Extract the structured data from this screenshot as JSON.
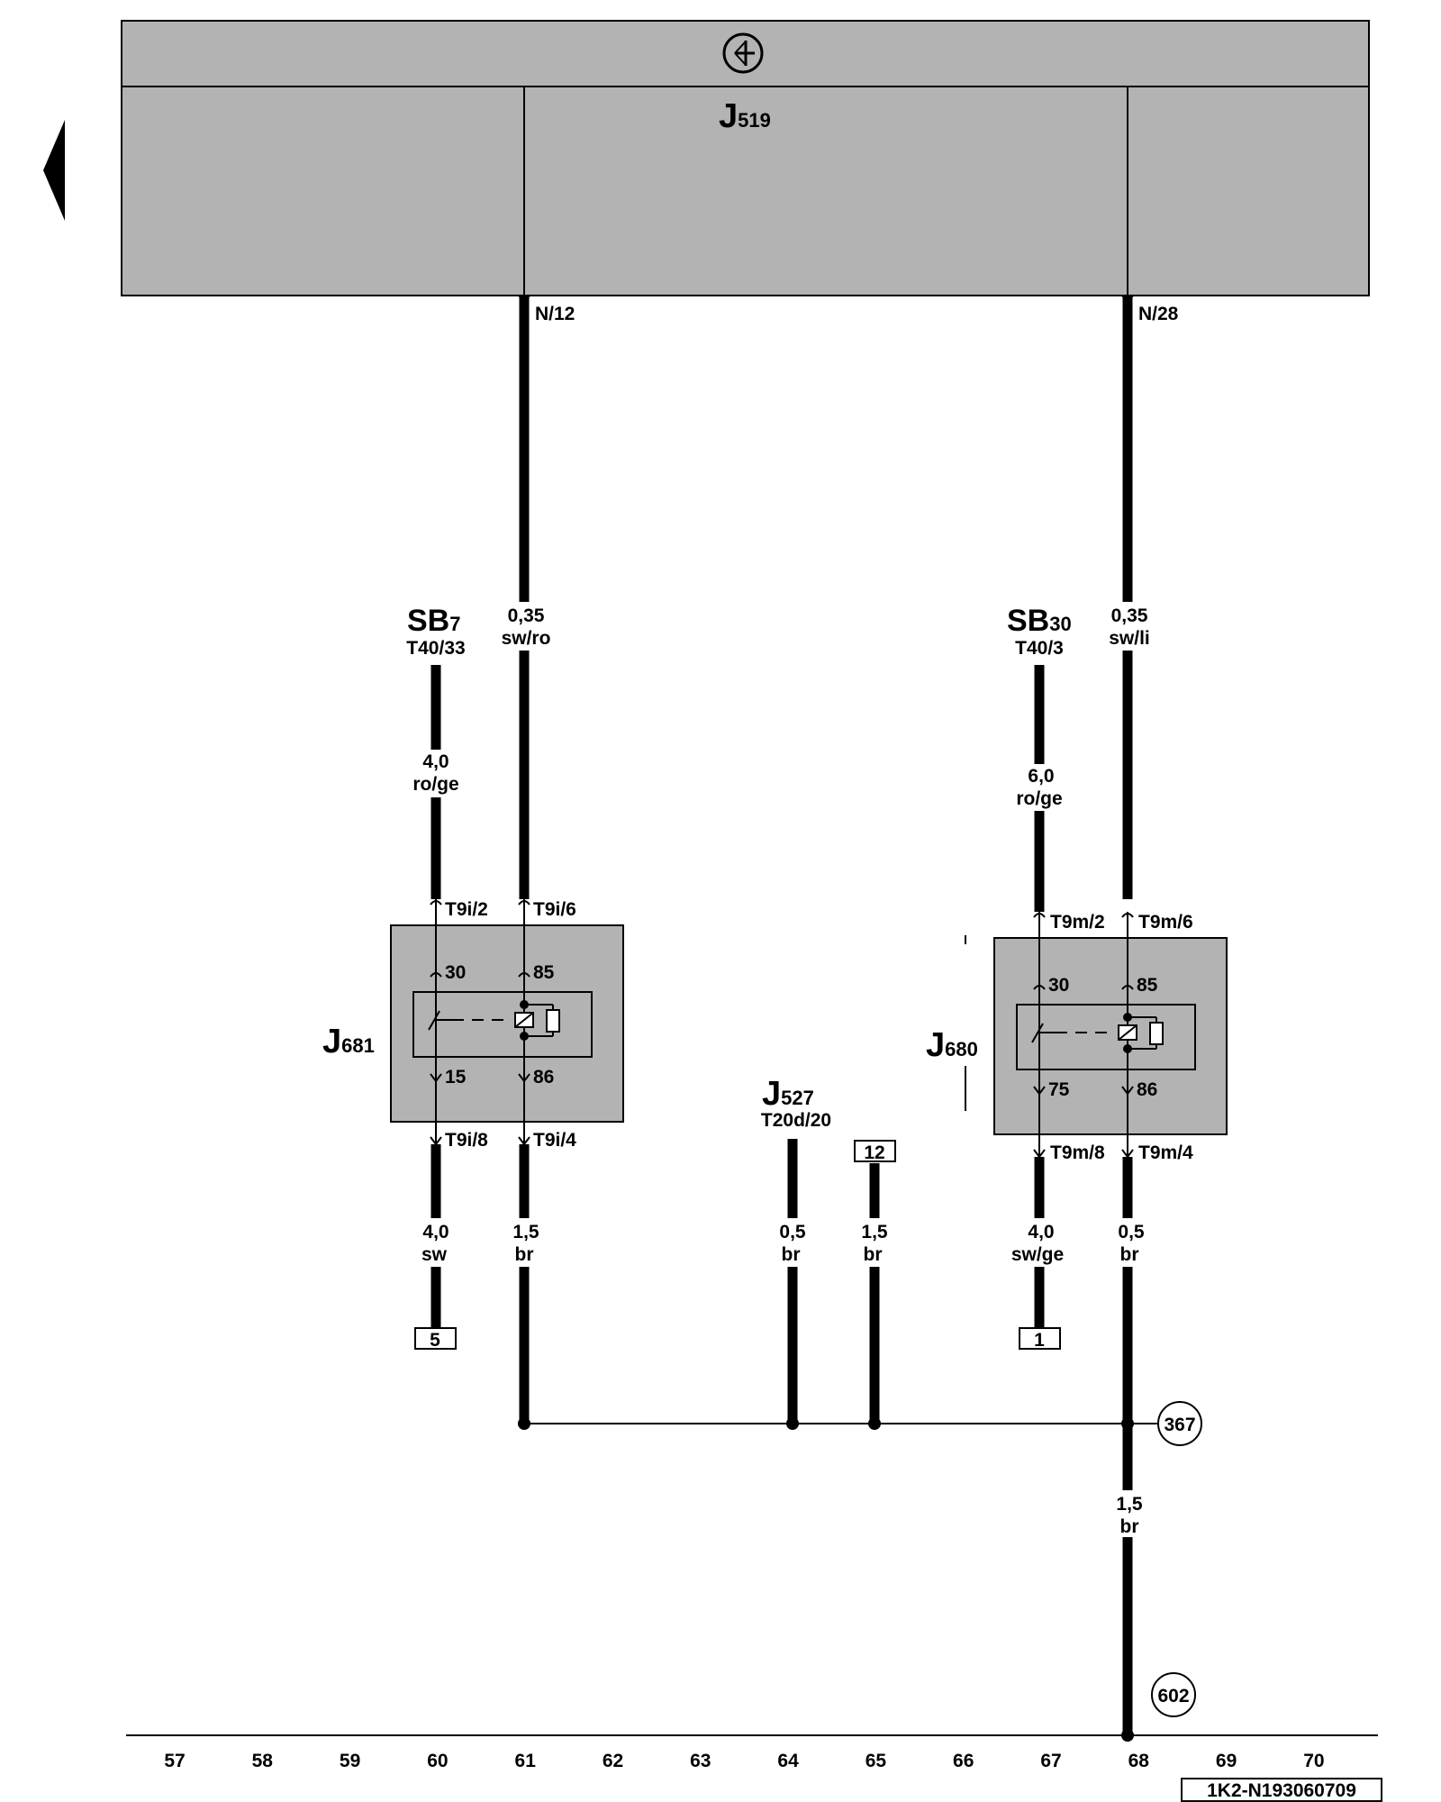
{
  "top_unit": {
    "name": "J",
    "sub": "519",
    "pins": [
      {
        "label": "N/12",
        "wire_size": "0,35",
        "wire_color": "sw/ro"
      },
      {
        "label": "N/28",
        "wire_size": "0,35",
        "wire_color": "sw/li"
      }
    ]
  },
  "fuses": [
    {
      "name": "SB",
      "sub": "7",
      "pin": "T40/33",
      "wire_size": "4,0",
      "wire_color": "ro/ge"
    },
    {
      "name": "SB",
      "sub": "30",
      "pin": "T40/3",
      "wire_size": "6,0",
      "wire_color": "ro/ge"
    }
  ],
  "relays": [
    {
      "name": "J",
      "sub": "681",
      "top_pins": [
        "T9i/2",
        "T9i/6"
      ],
      "inner_top": [
        "30",
        "85"
      ],
      "inner_bottom": [
        "15",
        "86"
      ],
      "bottom_pins": [
        "T9i/8",
        "T9i/4"
      ]
    },
    {
      "name": "J",
      "sub": "680",
      "top_pins": [
        "T9m/2",
        "T9m/6"
      ],
      "inner_top": [
        "30",
        "85"
      ],
      "inner_bottom": [
        "75",
        "86"
      ],
      "bottom_pins": [
        "T9m/8",
        "T9m/4"
      ]
    }
  ],
  "j527": {
    "name": "J",
    "sub": "527",
    "pin": "T20d/20"
  },
  "lower_wires": [
    {
      "size": "4,0",
      "color": "sw"
    },
    {
      "size": "1,5",
      "color": "br"
    },
    {
      "size": "0,5",
      "color": "br"
    },
    {
      "size": "1,5",
      "color": "br"
    },
    {
      "size": "4,0",
      "color": "sw/ge"
    },
    {
      "size": "0,5",
      "color": "br"
    }
  ],
  "ground_wire": {
    "size": "1,5",
    "color": "br"
  },
  "ref_boxes": [
    "5",
    "12",
    "1"
  ],
  "ground_points": [
    "367",
    "602"
  ],
  "current_tracks": [
    "57",
    "58",
    "59",
    "60",
    "61",
    "62",
    "63",
    "64",
    "65",
    "66",
    "67",
    "68",
    "69",
    "70"
  ],
  "diagram_id": "1K2-N193060709"
}
